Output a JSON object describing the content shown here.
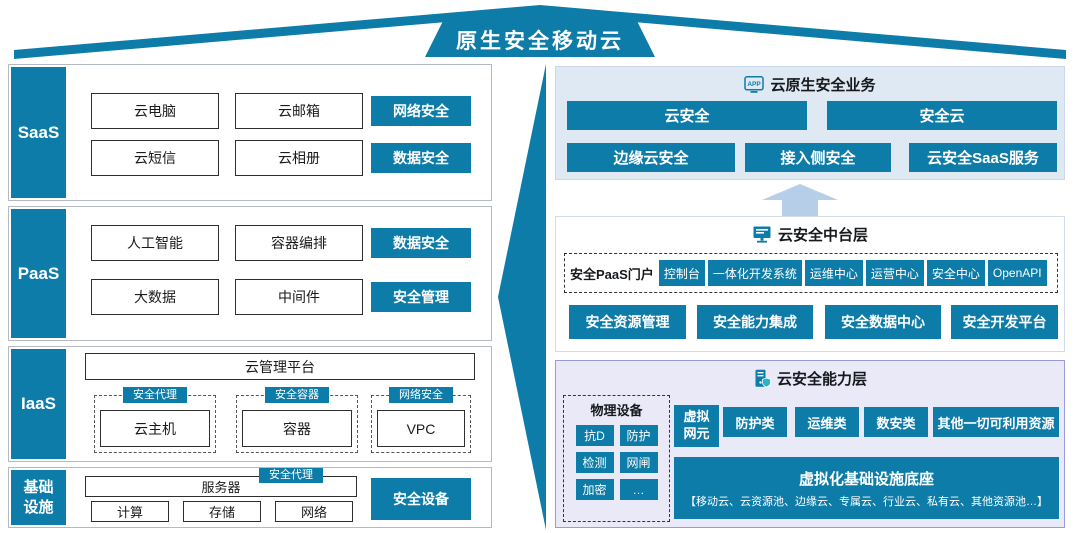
{
  "title": "原生安全移动云",
  "colors": {
    "teal": "#0d7ca8",
    "business_panel_bg": "#dfe9f4",
    "capability_panel_bg": "#e9e9f8",
    "capability_panel_border": "#9a9ad8",
    "up_arrow": "#b7cee8"
  },
  "saas": {
    "label": "SaaS",
    "boxes": [
      "云电脑",
      "云邮箱",
      "云短信",
      "云相册"
    ],
    "security": [
      "网络安全",
      "数据安全"
    ]
  },
  "paas": {
    "label": "PaaS",
    "boxes": [
      "人工智能",
      "容器编排",
      "大数据",
      "中间件"
    ],
    "security": [
      "数据安全",
      "安全管理"
    ]
  },
  "iaas": {
    "label": "IaaS",
    "platform": "云管理平台",
    "groups": [
      {
        "tag": "安全代理",
        "name": "云主机"
      },
      {
        "tag": "安全容器",
        "name": "容器"
      },
      {
        "tag": "网络安全",
        "name": "VPC"
      }
    ]
  },
  "infra": {
    "label": "基础设施",
    "server": "服务器",
    "server_tag": "安全代理",
    "boxes": [
      "计算",
      "存储",
      "网络"
    ],
    "security": "安全设备"
  },
  "business": {
    "header": "云原生安全业务",
    "icon_label": "APP",
    "row1": [
      "云安全",
      "安全云"
    ],
    "row2": [
      "边缘云安全",
      "接入侧安全",
      "云安全SaaS服务"
    ]
  },
  "platform": {
    "header": "云安全中台层",
    "portal": "安全PaaS门户",
    "portal_items": [
      "控制台",
      "一体化开发系统",
      "运维中心",
      "运营中心",
      "安全中心",
      "OpenAPI"
    ],
    "services": [
      "安全资源管理",
      "安全能力集成",
      "安全数据中心",
      "安全开发平台"
    ]
  },
  "capability": {
    "header": "云安全能力层",
    "physical_title": "物理设备",
    "physical_items": [
      "抗D",
      "防护",
      "检测",
      "网闸",
      "加密",
      "…"
    ],
    "virtual_label": "虚拟网元",
    "virtual_items": [
      "防护类",
      "运维类",
      "数安类",
      "其他一切可利用资源"
    ],
    "base_title": "虚拟化基础设施底座",
    "base_subtitle": "【移动云、云资源池、边缘云、专属云、行业云、私有云、其他资源池…】"
  }
}
